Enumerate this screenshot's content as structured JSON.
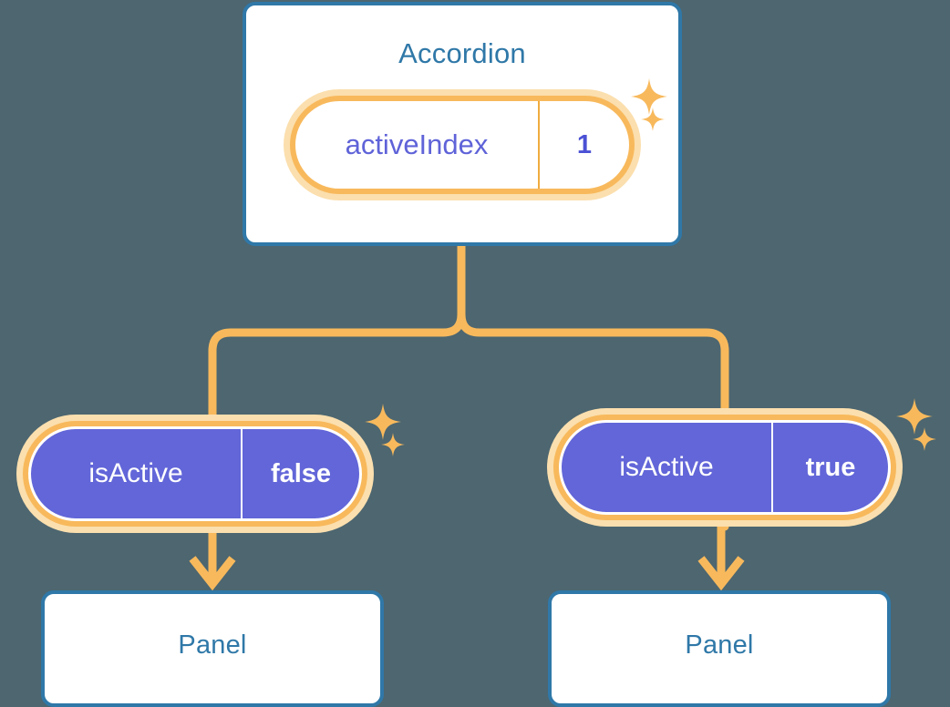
{
  "diagram": {
    "title_text": "Accordion",
    "background_color": "#4d6670",
    "card_border_color": "#2f78a8",
    "card_title_color": "#2f78a8",
    "pill_ring_color": "#f8b95c",
    "pill_glow_color": "#fbdfae",
    "pill_fill_purple": "#6266d8",
    "pill_text_purple": "#5f63d8",
    "connector_color": "#f8b95c"
  },
  "root": {
    "label": "Accordion",
    "state": {
      "key": "activeIndex",
      "value": "1"
    }
  },
  "children": [
    {
      "prop": {
        "key": "isActive",
        "value": "false"
      },
      "card_label": "Panel"
    },
    {
      "prop": {
        "key": "isActive",
        "value": "true"
      },
      "card_label": "Panel"
    }
  ],
  "icons": {
    "sparkle_large": "sparkle-icon",
    "sparkle_small": "sparkle-icon",
    "arrow_down": "arrow-down-icon"
  }
}
